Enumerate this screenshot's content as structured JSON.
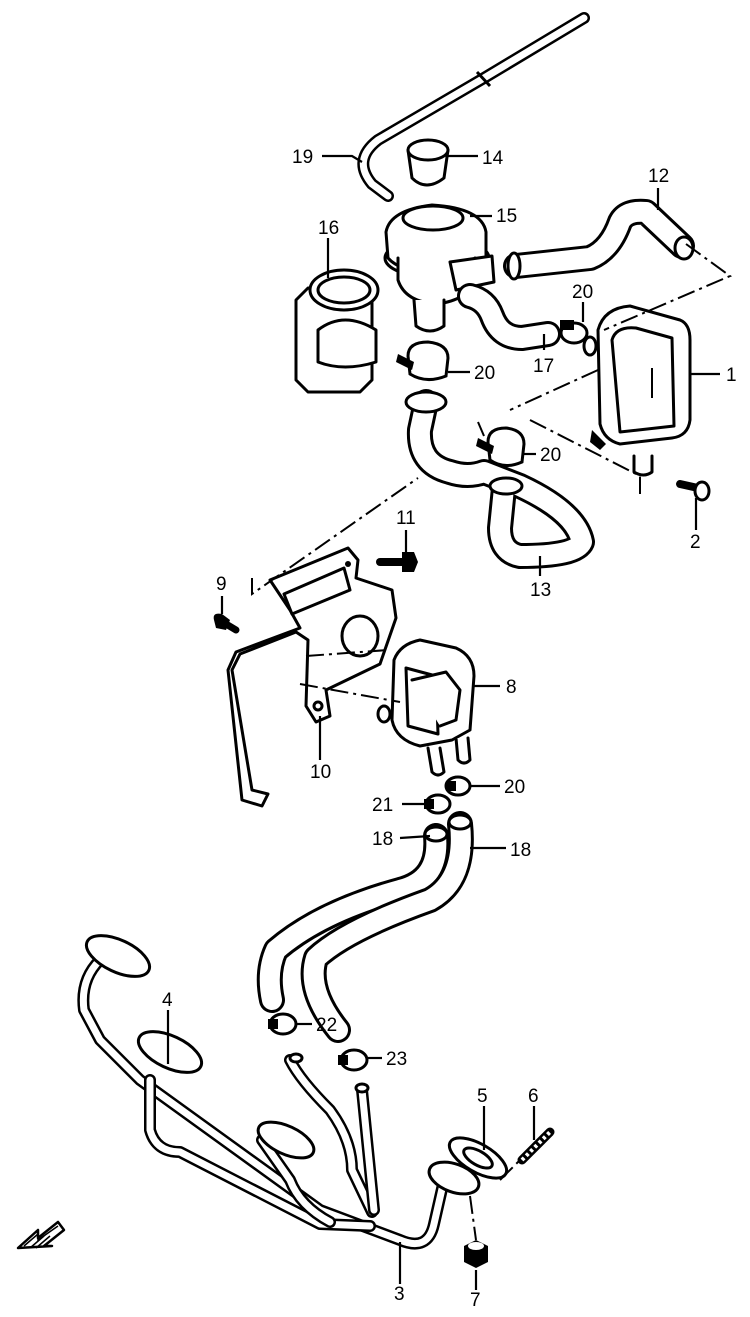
{
  "diagram": {
    "callouts": [
      {
        "id": "1",
        "text": "1"
      },
      {
        "id": "2",
        "text": "2"
      },
      {
        "id": "3",
        "text": "3"
      },
      {
        "id": "4",
        "text": "4"
      },
      {
        "id": "5",
        "text": "5"
      },
      {
        "id": "6",
        "text": "6"
      },
      {
        "id": "7",
        "text": "7"
      },
      {
        "id": "8",
        "text": "8"
      },
      {
        "id": "9",
        "text": "9"
      },
      {
        "id": "10",
        "text": "10"
      },
      {
        "id": "11",
        "text": "11"
      },
      {
        "id": "12",
        "text": "12"
      },
      {
        "id": "13",
        "text": "13"
      },
      {
        "id": "14",
        "text": "14"
      },
      {
        "id": "15",
        "text": "15"
      },
      {
        "id": "16",
        "text": "16"
      },
      {
        "id": "17",
        "text": "17"
      },
      {
        "id": "18a",
        "text": "18"
      },
      {
        "id": "18b",
        "text": "18"
      },
      {
        "id": "19",
        "text": "19"
      },
      {
        "id": "20a",
        "text": "20"
      },
      {
        "id": "20b",
        "text": "20"
      },
      {
        "id": "20c",
        "text": "20"
      },
      {
        "id": "20d",
        "text": "20"
      },
      {
        "id": "21",
        "text": "21"
      },
      {
        "id": "22",
        "text": "22"
      },
      {
        "id": "23",
        "text": "23"
      }
    ],
    "front_indicator_icon": "front-arrow-icon",
    "line_color": "#000000",
    "background_color": "#ffffff"
  }
}
